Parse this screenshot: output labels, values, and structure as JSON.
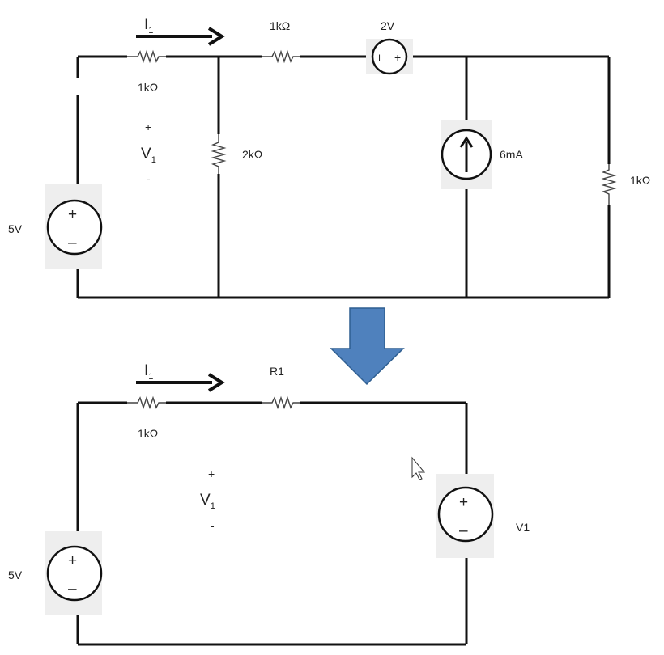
{
  "top_circuit": {
    "current": {
      "symbol": "I",
      "subscript": "1"
    },
    "r_left_value": "1kΩ",
    "r_top_value": "1kΩ",
    "vsrc_2v_value": "2V",
    "vsrc_2v_minus": "I",
    "vsrc_2v_plus": "+",
    "v1_plus": "+",
    "v1_symbol": "V",
    "v1_subscript": "1",
    "v1_minus": "-",
    "r_2k_value": "2kΩ",
    "isrc_value": "6mA",
    "r_right_value": "1kΩ",
    "vsrc_5v_value": "5V",
    "src_plus": "+",
    "src_minus": "–"
  },
  "arrow": {
    "color": "#4f81bd",
    "border": "#2f5f91"
  },
  "bottom_circuit": {
    "current": {
      "symbol": "I",
      "subscript": "1"
    },
    "r_left_value": "1kΩ",
    "r_top_label": "R1",
    "v1_plus": "+",
    "v1_symbol": "V",
    "v1_subscript": "1",
    "v1_minus": "-",
    "vsrc_right_label": "V1",
    "vsrc_5v_value": "5V",
    "src_plus": "+",
    "src_minus": "–"
  }
}
